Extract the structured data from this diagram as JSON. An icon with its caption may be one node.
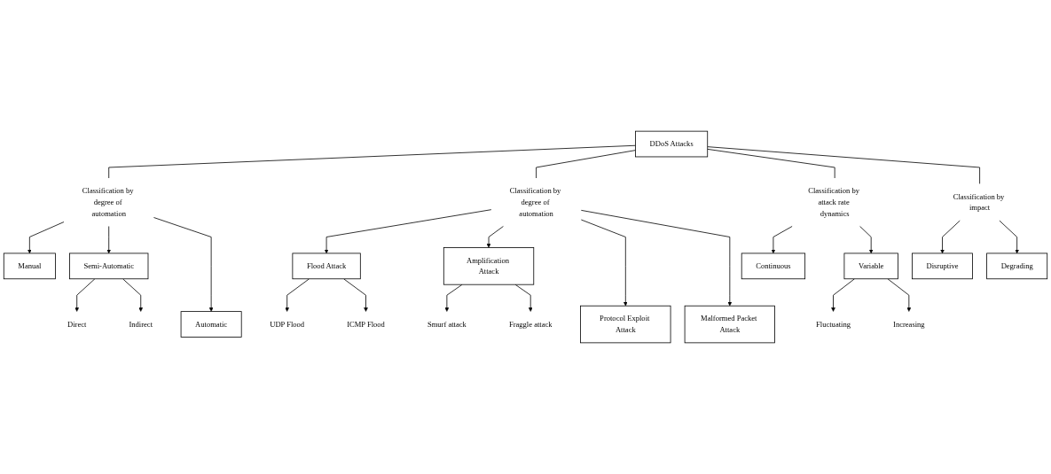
{
  "diagram": {
    "nodes": [
      {
        "text": [
          "DDoS Attacks"
        ]
      },
      {
        "text": [
          "Classification by degree of automation"
        ]
      },
      {
        "text": [
          "Manual"
        ]
      },
      {
        "text": [
          "Semi-Automatic"
        ]
      },
      {
        "text": [
          "Direct"
        ]
      },
      {
        "text": [
          "Indirect"
        ]
      },
      {
        "text": [
          "Automatic"
        ]
      },
      {
        "text": [
          "Classification by degree of automation"
        ]
      },
      {
        "text": [
          "Flood Attack"
        ]
      },
      {
        "text": [
          "UDP Flood"
        ]
      },
      {
        "text": [
          "ICMP Flood"
        ]
      },
      {
        "text": [
          "Amplification Attack"
        ]
      },
      {
        "text": [
          "Smurf attack"
        ]
      },
      {
        "text": [
          "Fraggle attack"
        ]
      },
      {
        "text": [
          "Protocol Exploit Attack"
        ]
      },
      {
        "text": [
          "Malformed Packet Attack"
        ]
      },
      {
        "text": [
          "Classification by attack rate dynamics"
        ]
      },
      {
        "text": [
          "Continuous"
        ]
      },
      {
        "text": [
          "Variable"
        ]
      },
      {
        "text": [
          "Fluctuating"
        ]
      },
      {
        "text": [
          "Increasing"
        ]
      },
      {
        "text": [
          "Classification by impact"
        ]
      },
      {
        "text": [
          "Disruptive"
        ]
      },
      {
        "text": [
          "Degrading"
        ]
      }
    ],
    "edges": [
      {
        "from": 0,
        "to": 1,
        "arrow": "none"
      },
      {
        "from": 1,
        "to": 2,
        "arrow": "to"
      },
      {
        "from": 1,
        "to": 3,
        "arrow": "to"
      },
      {
        "from": 3,
        "to": 4,
        "arrow": "to"
      },
      {
        "from": 3,
        "to": 5,
        "arrow": "to"
      },
      {
        "from": 1,
        "to": 6,
        "arrow": "to"
      },
      {
        "from": 0,
        "to": 7,
        "arrow": "none"
      },
      {
        "from": 7,
        "to": 8,
        "arrow": "to"
      },
      {
        "from": 8,
        "to": 9,
        "arrow": "to"
      },
      {
        "from": 8,
        "to": 10,
        "arrow": "to"
      },
      {
        "from": 7,
        "to": 11,
        "arrow": "to"
      },
      {
        "from": 11,
        "to": 12,
        "arrow": "to"
      },
      {
        "from": 11,
        "to": 13,
        "arrow": "to"
      },
      {
        "from": 7,
        "to": 14,
        "arrow": "to"
      },
      {
        "from": 7,
        "to": 15,
        "arrow": "to"
      },
      {
        "from": 0,
        "to": 16,
        "arrow": "none"
      },
      {
        "from": 16,
        "to": 17,
        "arrow": "to"
      },
      {
        "from": 16,
        "to": 18,
        "arrow": "to"
      },
      {
        "from": 18,
        "to": 19,
        "arrow": "to"
      },
      {
        "from": 18,
        "to": 20,
        "arrow": "to"
      },
      {
        "from": 0,
        "to": 21,
        "arrow": "none"
      },
      {
        "from": 21,
        "to": 22,
        "arrow": "to"
      },
      {
        "from": 21,
        "to": 23,
        "arrow": "to"
      }
    ]
  }
}
